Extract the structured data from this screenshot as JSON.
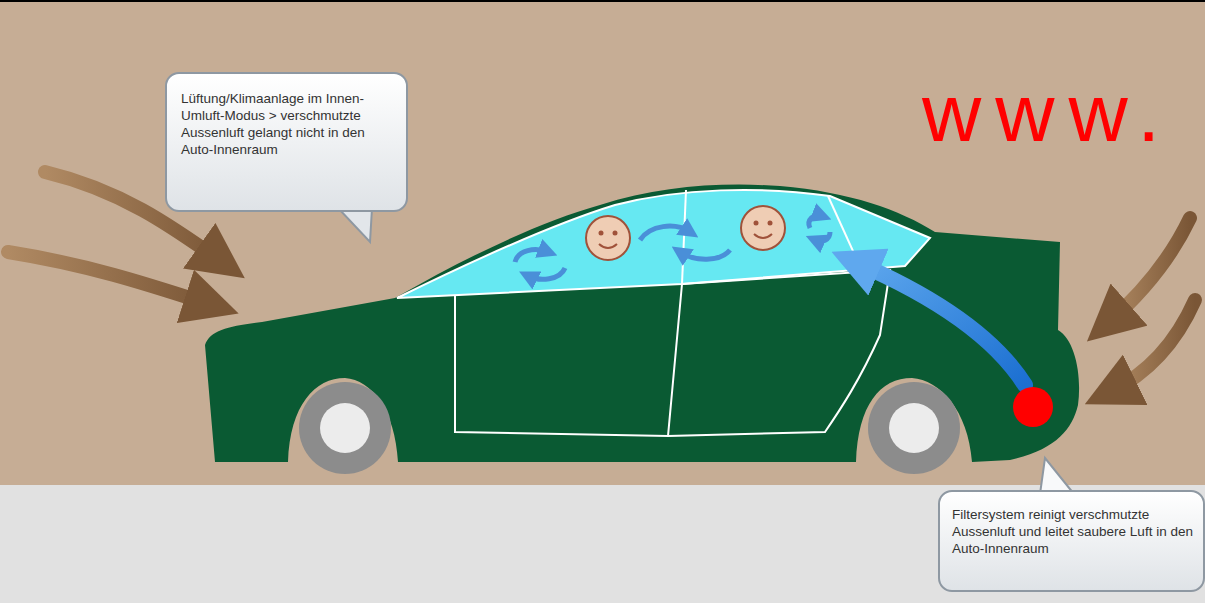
{
  "diagram": {
    "nodes": [
      {
        "text": [
          "Lüftung/Klimaanlage im Innen-Umluft-Modus > verschmutzte Aussenluft gelangt nicht in den Auto-Innenraum"
        ]
      },
      {
        "text": [
          "Filtersystem reinigt verschmutzte Aussenluft und leitet saubere Luft in den Auto-Innenraum"
        ]
      }
    ],
    "labels": [
      "www."
    ]
  }
}
